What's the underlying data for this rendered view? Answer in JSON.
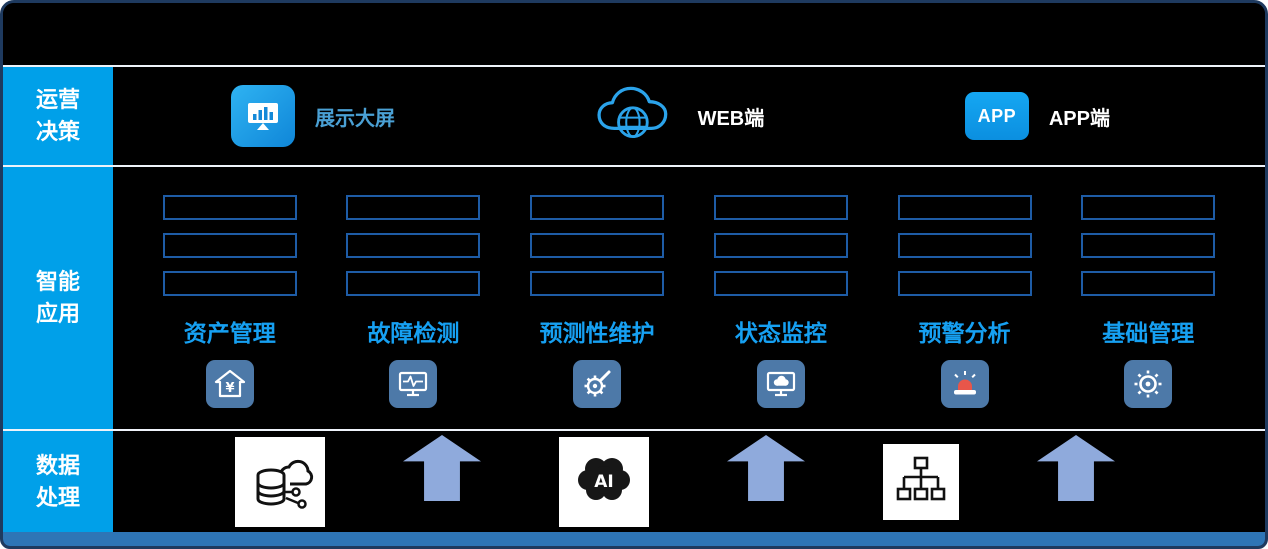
{
  "frame": {
    "title": ""
  },
  "colors": {
    "sidebar_blue": "#00a0e9",
    "accent_label_blue": "#16a0f2",
    "placeholder_border": "#1e5ca6",
    "arrow_blue": "#8faadc",
    "bottom_bar_blue": "#2e75b6",
    "icon_tile_blue": "#4d79a8",
    "outer_border_navy": "#1e3a5f",
    "background_black": "#000000"
  },
  "sidebar": {
    "sections": [
      {
        "label": "运营决策"
      },
      {
        "label": "智能应用"
      },
      {
        "label": "数据处理"
      }
    ]
  },
  "access": {
    "display": {
      "icon": "dashboard-screen-icon",
      "label": "展示大屏"
    },
    "web": {
      "icon": "cloud-globe-icon",
      "label": "WEB端"
    },
    "app": {
      "icon": "app-badge",
      "badge": "APP",
      "label": "APP端"
    }
  },
  "applications": {
    "columns": [
      {
        "label": "资产管理",
        "icon": "house-yen-icon",
        "placeholder_boxes": 3
      },
      {
        "label": "故障检测",
        "icon": "monitor-pulse-icon",
        "placeholder_boxes": 3
      },
      {
        "label": "预测性维护",
        "icon": "gear-tool-icon",
        "placeholder_boxes": 3
      },
      {
        "label": "状态监控",
        "icon": "monitor-cloud-icon",
        "placeholder_boxes": 3
      },
      {
        "label": "预警分析",
        "icon": "alarm-beacon-icon",
        "placeholder_boxes": 3
      },
      {
        "label": "基础管理",
        "icon": "gear-icon",
        "placeholder_boxes": 3
      }
    ]
  },
  "processing": {
    "tiles": [
      {
        "icon": "database-cloud-icon"
      },
      {
        "icon": "ai-brain-icon",
        "text": "AI"
      },
      {
        "icon": "org-chart-icon"
      }
    ],
    "arrow_icon": "up-arrow-icon"
  }
}
